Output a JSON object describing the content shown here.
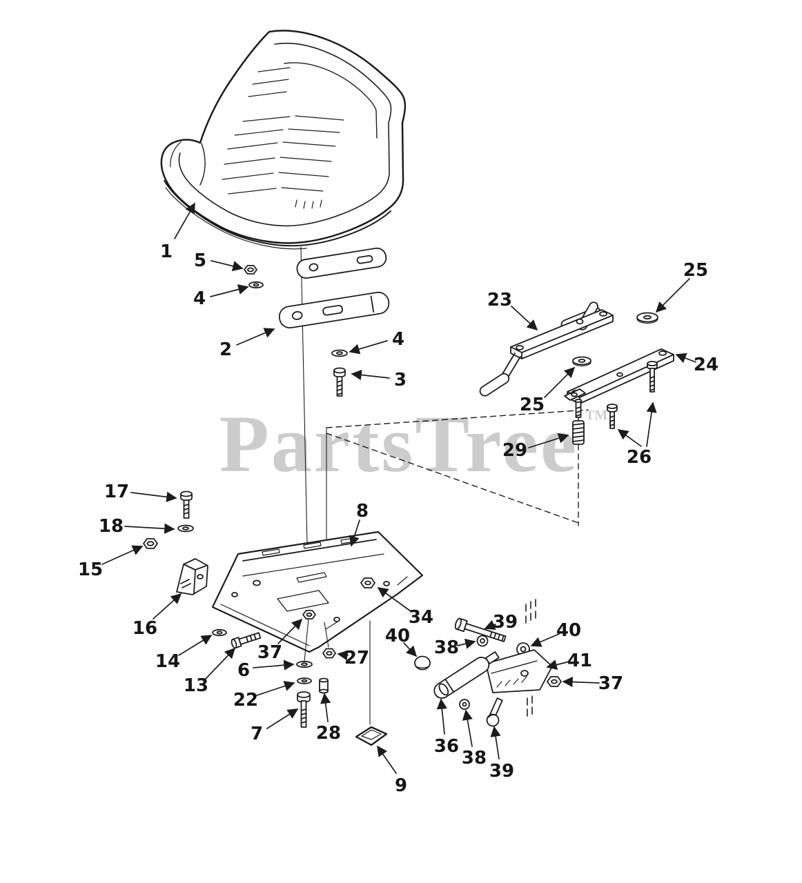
{
  "colors": {
    "line": "#1c1c1c",
    "ink": "#151515",
    "watermark": "#c7c7c7",
    "background": "#ffffff"
  },
  "watermark": {
    "text": "PartsTree",
    "tm": "TM"
  },
  "callouts": [
    {
      "part": "1",
      "label": "1"
    },
    {
      "part": "5",
      "label": "5"
    },
    {
      "part": "4",
      "label": "4"
    },
    {
      "part": "2",
      "label": "2"
    },
    {
      "part": "4",
      "label": "4"
    },
    {
      "part": "3",
      "label": "3"
    },
    {
      "part": "23",
      "label": "23"
    },
    {
      "part": "25",
      "label": "25"
    },
    {
      "part": "24",
      "label": "24"
    },
    {
      "part": "25",
      "label": "25"
    },
    {
      "part": "29",
      "label": "29"
    },
    {
      "part": "26",
      "label": "26"
    },
    {
      "part": "17",
      "label": "17"
    },
    {
      "part": "18",
      "label": "18"
    },
    {
      "part": "15",
      "label": "15"
    },
    {
      "part": "16",
      "label": "16"
    },
    {
      "part": "8",
      "label": "8"
    },
    {
      "part": "34",
      "label": "34"
    },
    {
      "part": "37",
      "label": "37"
    },
    {
      "part": "14",
      "label": "14"
    },
    {
      "part": "13",
      "label": "13"
    },
    {
      "part": "6",
      "label": "6"
    },
    {
      "part": "27",
      "label": "27"
    },
    {
      "part": "22",
      "label": "22"
    },
    {
      "part": "7",
      "label": "7"
    },
    {
      "part": "28",
      "label": "28"
    },
    {
      "part": "9",
      "label": "9"
    },
    {
      "part": "40",
      "label": "40"
    },
    {
      "part": "38",
      "label": "38"
    },
    {
      "part": "39",
      "label": "39"
    },
    {
      "part": "40",
      "label": "40"
    },
    {
      "part": "41",
      "label": "41"
    },
    {
      "part": "37",
      "label": "37"
    },
    {
      "part": "36",
      "label": "36"
    },
    {
      "part": "38",
      "label": "38"
    },
    {
      "part": "39",
      "label": "39"
    }
  ]
}
